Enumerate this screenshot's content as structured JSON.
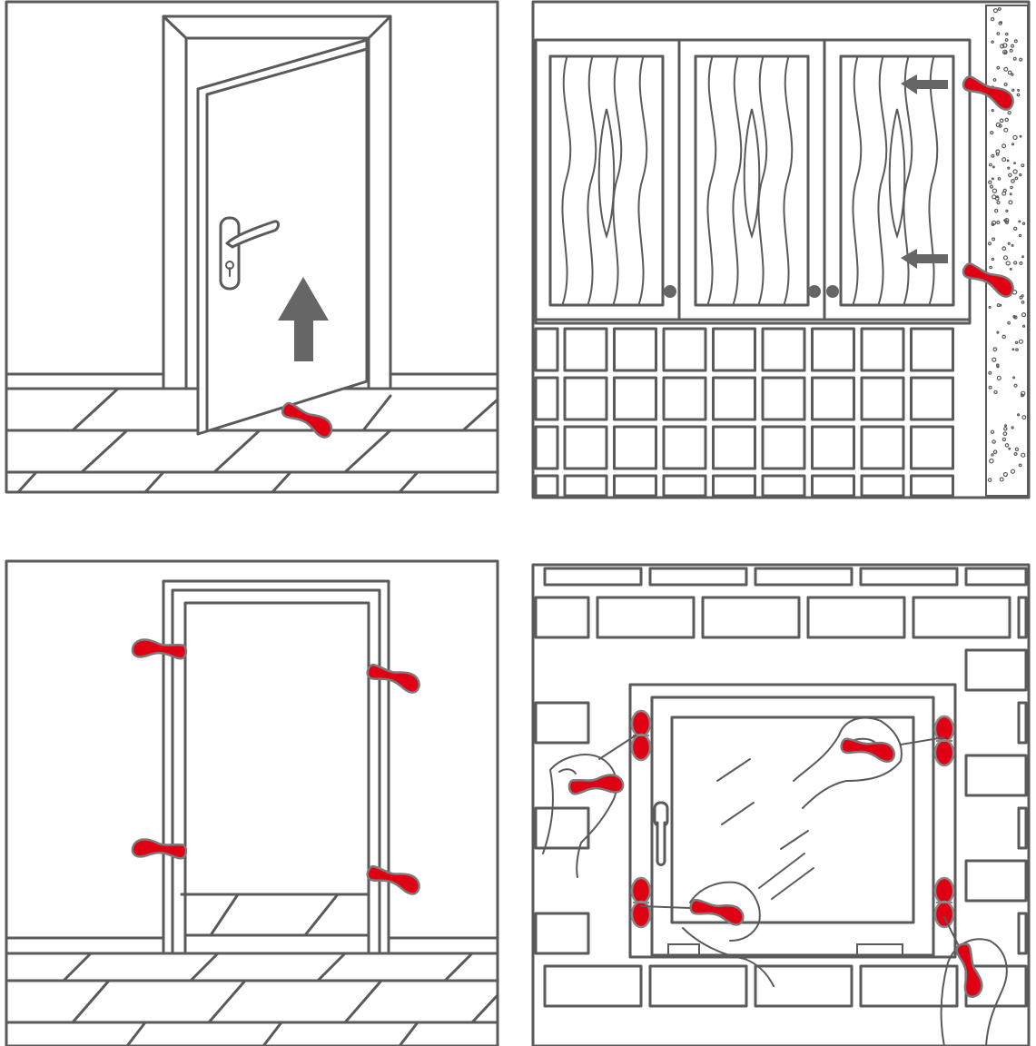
{
  "figure": {
    "panels": [
      {
        "id": "door-floor",
        "description_key": "door-lift-wedge"
      },
      {
        "id": "cabinet-wall",
        "description_key": "cabinet-wall-gap"
      },
      {
        "id": "door-frame",
        "description_key": "frame-mounting"
      },
      {
        "id": "window-brick",
        "description_key": "window-installation"
      }
    ]
  },
  "colors": {
    "line": "#5a5a5a",
    "accent": "#e00014",
    "accent_outline": "#7a7a7a",
    "background": "#ffffff",
    "arrow": "#666666"
  },
  "icons": {
    "wedge": "red-installation-wedge-icon",
    "arrow": "arrow-icon"
  }
}
